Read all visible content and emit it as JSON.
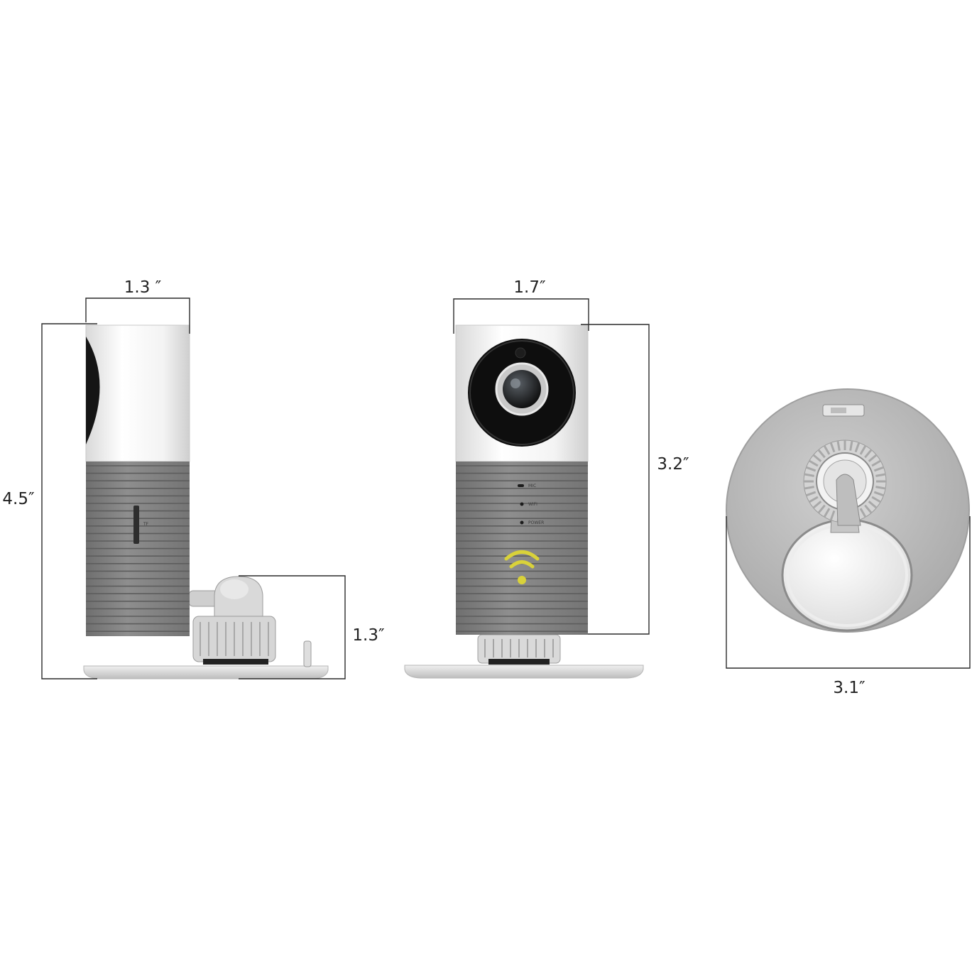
{
  "dimensions": {
    "side_width": "1.3 ″",
    "total_height": "4.5″",
    "base_height": "1.3″",
    "front_width": "1.7″",
    "front_height": "3.2″",
    "base_diameter": "3.1″"
  },
  "indicators": {
    "mic": "MIC",
    "wifi": "WIFI",
    "power": "POWER",
    "tf": "TF"
  },
  "colors": {
    "body_grey": "#8a8a8a",
    "body_white": "#f4f4f4",
    "lens_black": "#111111",
    "wifi_yellow": "#d9d23a",
    "base_grey": "#cfcfcf"
  }
}
